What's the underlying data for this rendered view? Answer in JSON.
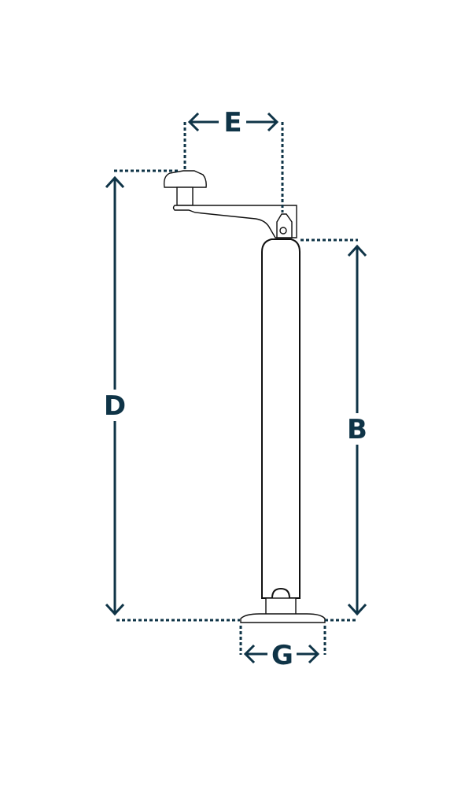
{
  "diagram": {
    "dimensions": [
      {
        "id": "D",
        "label": "D"
      },
      {
        "id": "E",
        "label": "E"
      },
      {
        "id": "B",
        "label": "B"
      },
      {
        "id": "G",
        "label": "G"
      }
    ],
    "colors": {
      "dimension": "#0f3447",
      "outline": "#111111",
      "background": "#ffffff"
    }
  }
}
